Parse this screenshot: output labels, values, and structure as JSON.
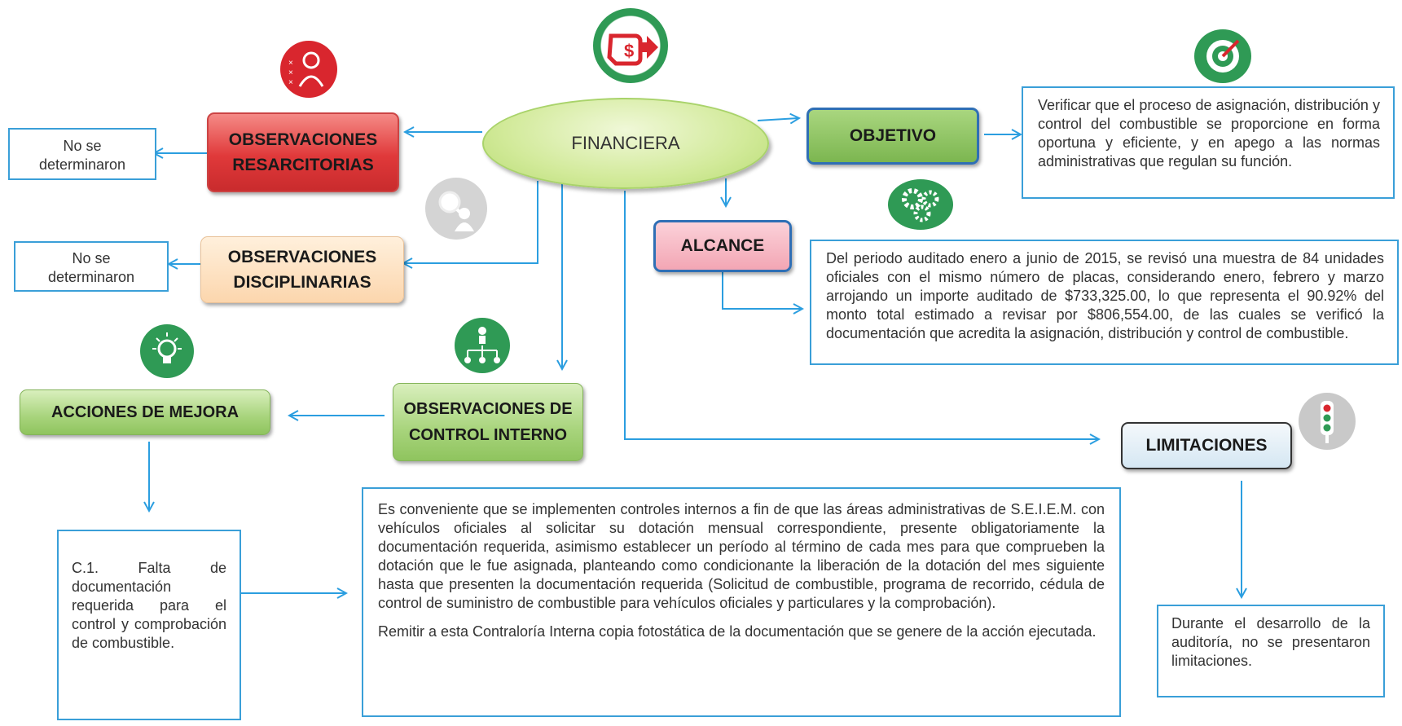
{
  "center": {
    "label": "FINANCIERA"
  },
  "nodes": {
    "resarcitorias": "OBSERVACIONES RESARCITORIAS",
    "disciplinarias": "OBSERVACIONES DISCIPLINARIAS",
    "control_interno": "OBSERVACIONES DE CONTROL INTERNO",
    "acciones": "ACCIONES DE MEJORA",
    "objetivo": "OBJETIVO",
    "alcance": "ALCANCE",
    "limitaciones": "LIMITACIONES"
  },
  "boxes": {
    "resarcitorias_result": "No se determinaron",
    "disciplinarias_result": "No se determinaron",
    "objetivo_text": "Verificar que el proceso de asignación, distribución y control del combustible se proporcione en forma oportuna y eficiente, y en apego a las normas administrativas que regulan su función.",
    "alcance_text": "Del periodo auditado enero a junio de 2015, se revisó una muestra de 84 unidades oficiales con el mismo número de placas, considerando enero, febrero y marzo arrojando un importe auditado de $733,325.00, lo que representa el 90.92% del monto total estimado a revisar por $806,554.00, de las cuales se verificó la documentación que acredita la asignación, distribución y control de combustible.",
    "accion_c1": "C.1. Falta de documentación requerida para el control y comprobación de combustible.",
    "recomendacion_p1": "Es conveniente que se implementen controles internos a fin de que las áreas administrativas de S.E.I.E.M. con vehículos oficiales al solicitar su dotación mensual correspondiente, presente obligatoriamente la documentación requerida, asimismo establecer un período al término de cada mes para que comprueben la dotación que le fue asignada, planteando como condicionante la liberación de la dotación del mes siguiente hasta que presenten la documentación requerida (Solicitud de combustible, programa de recorrido, cédula de control de suministro de combustible para vehículos oficiales y particulares y la comprobación).",
    "recomendacion_p2": "Remitir a esta Contraloría Interna copia fotostática de la documentación que se genere de la acción ejecutada.",
    "limitaciones_text": "Durante el desarrollo de la auditoría, no se presentaron limitaciones."
  },
  "icons": {
    "financiera": "hand-money-icon",
    "resarcitorias": "person-checklist-icon",
    "disciplinarias": "magnifier-person-icon",
    "control_interno": "org-chart-icon",
    "acciones": "lightbulb-icon",
    "objetivo": "target-icon",
    "alcance": "gears-icon",
    "limitaciones": "traffic-light-icon"
  },
  "colors": {
    "connector": "#2b9ee0",
    "box_border": "#3a9fd8",
    "icon_red": "#d9262e",
    "icon_green": "#2f9a55",
    "icon_gray": "#c9c9c9"
  }
}
